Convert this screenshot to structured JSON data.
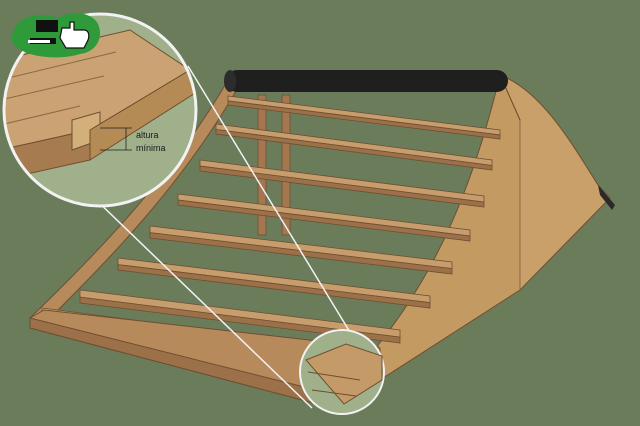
{
  "callout": {
    "label_line1": "altura",
    "label_line2": "mínima"
  },
  "logo": {
    "name": "site-logo",
    "colors": {
      "green": "#2e9a3a",
      "black": "#111111",
      "white": "#ffffff"
    }
  },
  "colors": {
    "background": "#6b7c5b",
    "wood_light": "#caa273",
    "wood_mid": "#b78a5c",
    "wood_dark": "#8f6540",
    "plywood": "#c9a06a",
    "plywood_shade": "#b48a55",
    "coping": "#1f1f1f",
    "callout_fill": "#9fb08a",
    "callout_ring": "#f2f2f2"
  }
}
